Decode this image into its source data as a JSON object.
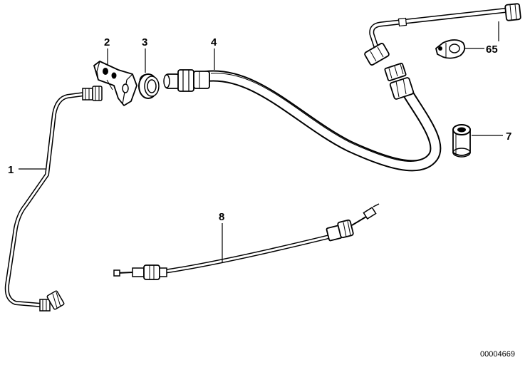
{
  "diagram": {
    "callouts": {
      "c1": "1",
      "c2": "2",
      "c3": "3",
      "c4": "4",
      "c65": "65",
      "c7": "7",
      "c8": "8"
    },
    "doc_number": "00004669"
  }
}
